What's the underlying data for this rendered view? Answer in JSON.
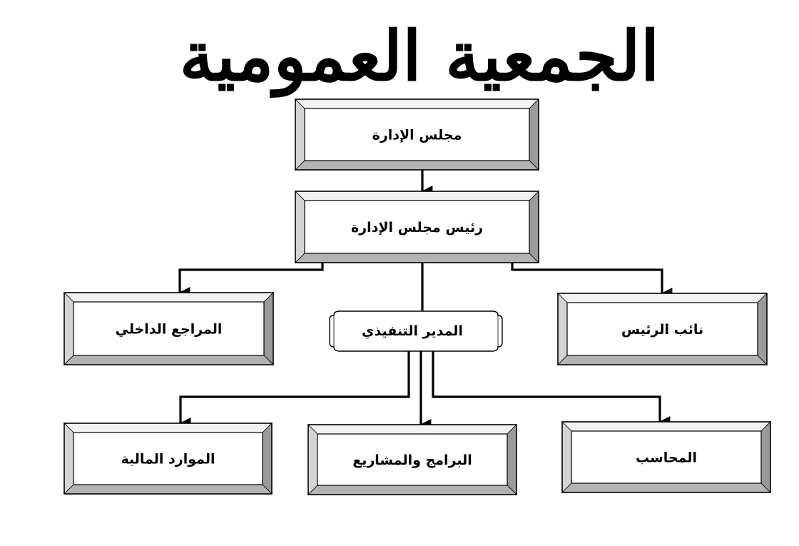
{
  "title": "الجمعية العمومية",
  "nodes": {
    "board": {
      "label": "مجلس الإدارة"
    },
    "chairman": {
      "label": "رئيس مجلس الإدارة"
    },
    "vice_chairman": {
      "label": "نائب الرئيس"
    },
    "executive_director": {
      "label": "المدير التنفيذي"
    },
    "internal_auditor": {
      "label": "المراجع الداخلي"
    },
    "accountant": {
      "label": "المحاسب"
    },
    "programs_projects": {
      "label": "البرامج والمشاريع"
    },
    "financial_resources": {
      "label": "الموارد المالية"
    }
  },
  "colors": {
    "line": "#000000",
    "box_face": "#ffffff",
    "bevel_top": "#f2f2f2",
    "bevel_left": "#d4d4d4",
    "bevel_right": "#9a9a9a",
    "bevel_bottom": "#b3b3b3"
  }
}
